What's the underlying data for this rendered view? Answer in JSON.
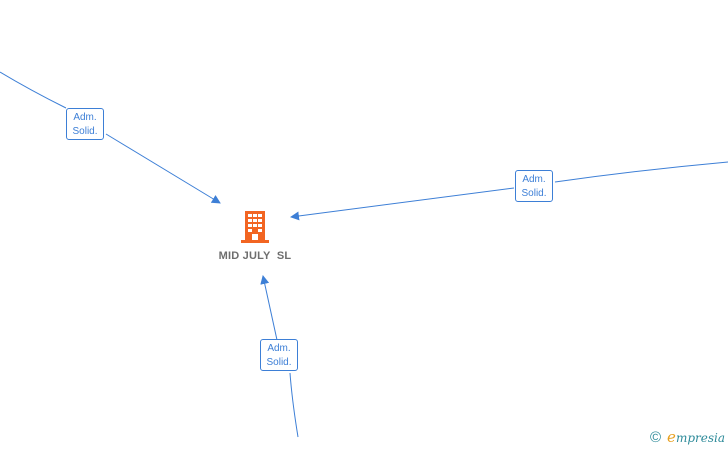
{
  "company": {
    "name": "MID JULY  SL",
    "icon": "building-icon",
    "icon_color": "#f26522"
  },
  "relations": [
    {
      "label_line1": "Adm.",
      "label_line2": "Solid."
    },
    {
      "label_line1": "Adm.",
      "label_line2": "Solid."
    },
    {
      "label_line1": "Adm.",
      "label_line2": "Solid."
    }
  ],
  "branding": {
    "copyright": "©",
    "logo_initial": "e",
    "logo_rest": "mpresia"
  },
  "colors": {
    "edge": "#3d7fd6",
    "label_text": "#3d7fd6",
    "name_text": "#6e6e6e",
    "brand": "#2e8b9a"
  }
}
